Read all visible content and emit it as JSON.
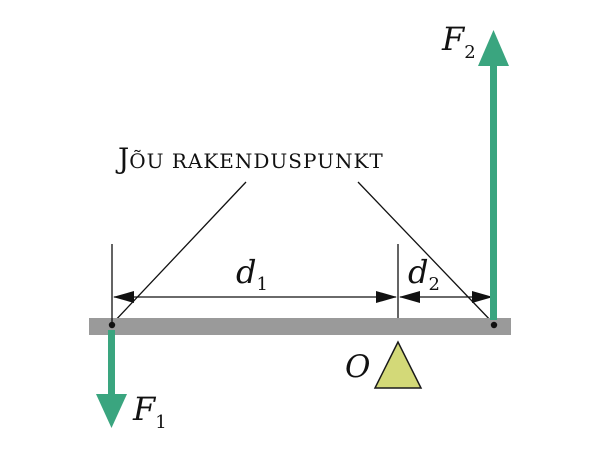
{
  "colors": {
    "beam": "#9a9a9a",
    "force_arrow": "#3aa57f",
    "fulcrum": "#d3d978",
    "fulcrum_stroke": "#1a1a1a",
    "line": "#111111",
    "point": "#111111",
    "background": "#ffffff"
  },
  "callout": {
    "first": "J",
    "rest": "õu rakenduspunkt"
  },
  "labels": {
    "d1_main": "d",
    "d1_sub": "1",
    "d2_main": "d",
    "d2_sub": "2",
    "f1_main": "F",
    "f1_sub": "1",
    "f2_main": "F",
    "f2_sub": "2",
    "pivot": "O"
  },
  "icons": {
    "fulcrum": "triangle-fulcrum-icon",
    "force_arrow": "arrow-icon"
  }
}
